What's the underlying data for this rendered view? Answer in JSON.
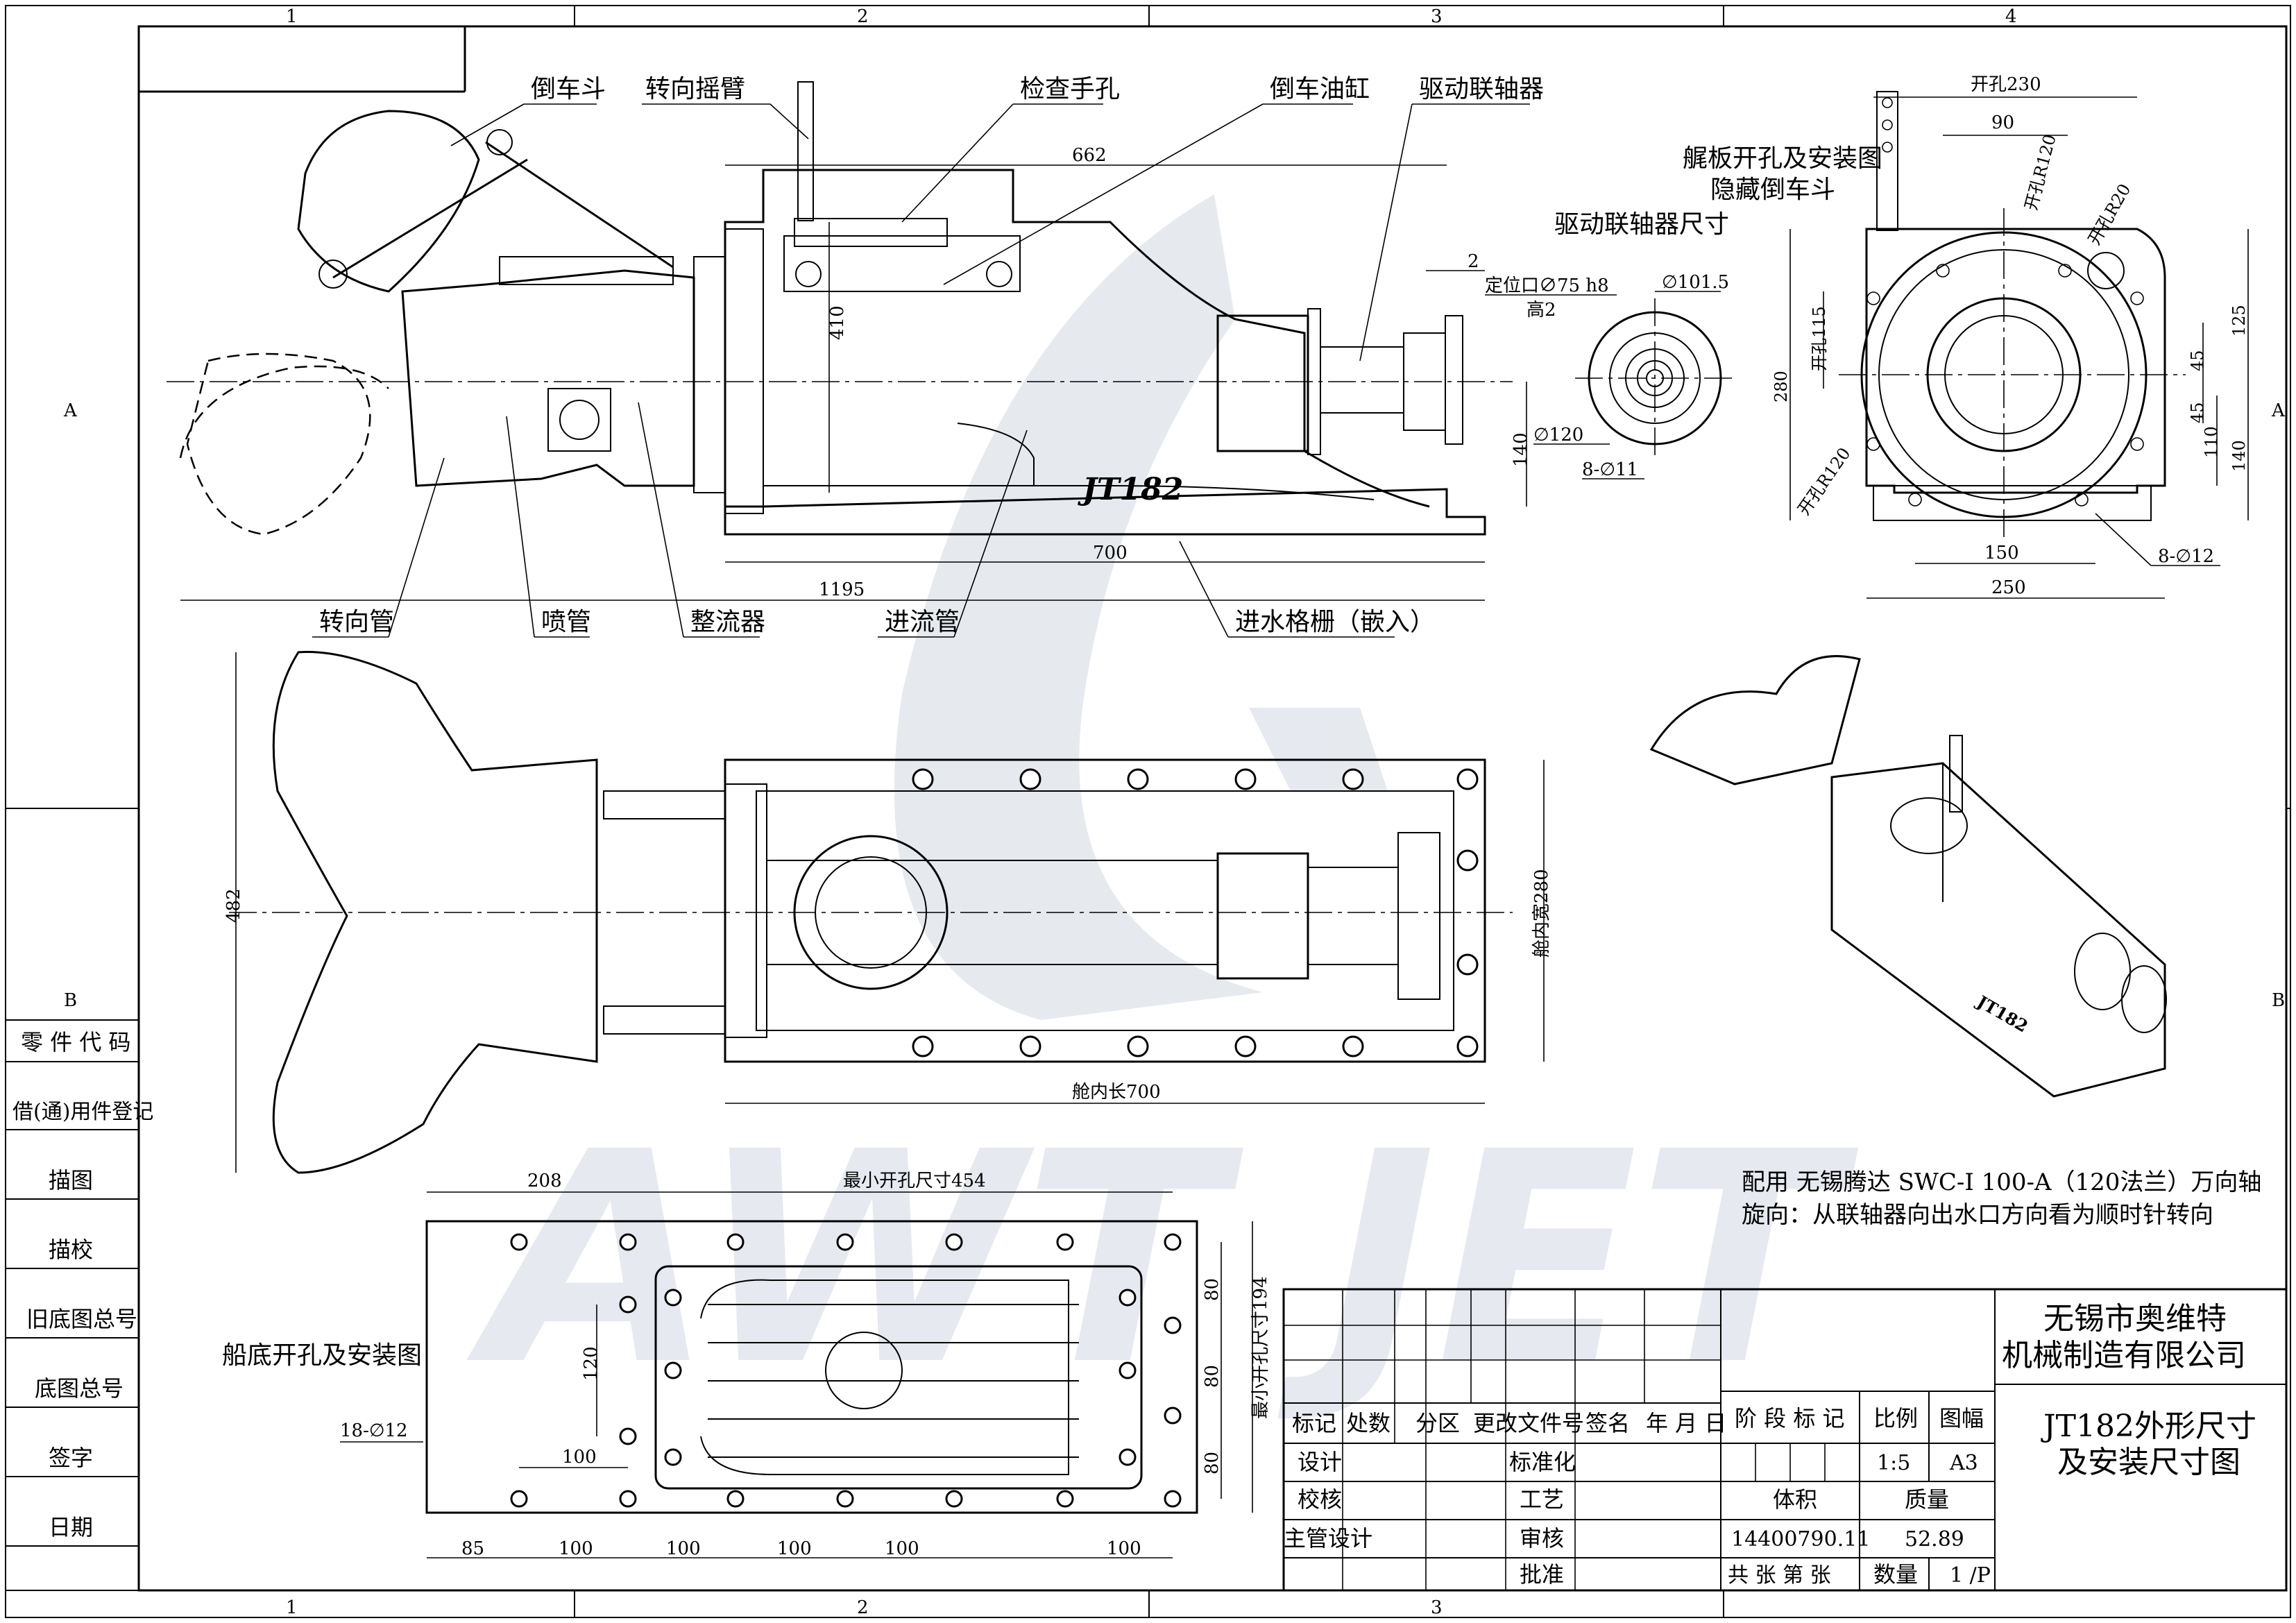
{
  "frame": {
    "zones_top": [
      "1",
      "2",
      "3",
      "4"
    ],
    "zones_bottom": [
      "1",
      "2",
      "3"
    ],
    "zones_left": [
      "A",
      "B"
    ],
    "zones_right": [
      "A",
      "B"
    ]
  },
  "left_column": [
    "零 件 代 码",
    "借(通)用件登记",
    "描图",
    "描校",
    "旧底图总号",
    "底图总号",
    "签字",
    "日期"
  ],
  "side_view": {
    "callouts_top": [
      "倒车斗",
      "转向摇臂",
      "检查手孔",
      "倒车油缸",
      "驱动联轴器"
    ],
    "callouts_bottom": [
      "转向管",
      "喷管",
      "整流器",
      "进流管",
      "进水格栅（嵌入）"
    ],
    "dims": {
      "d662": "662",
      "d410": "410",
      "d140": "140",
      "d700": "700",
      "d1195": "1195",
      "d2": "2"
    },
    "hull_label": "JT182"
  },
  "coupling": {
    "title": "驱动联轴器尺寸",
    "spigot": "定位口∅75 h8",
    "height": "高2",
    "pcd": "∅101.5",
    "outer": "∅120",
    "holes": "8-∅11"
  },
  "transom": {
    "title_line1": "艉板开孔及安装图",
    "title_line2": "隐藏倒车斗",
    "dims": {
      "open230": "开孔230",
      "d90": "90",
      "r120a": "开孔R120",
      "r20": "开孔R20",
      "open115": "开孔115",
      "d280": "280",
      "d125": "125",
      "d45a": "45",
      "d45b": "45",
      "d110": "110",
      "d140": "140",
      "r120b": "开孔R120",
      "d150": "150",
      "d250": "250",
      "holes": "8-∅12"
    }
  },
  "top_view": {
    "dims": {
      "d482": "482",
      "width": "舱内宽280",
      "length": "舱内长700"
    }
  },
  "bottom_view": {
    "title": "船底开孔及安装图",
    "dims": {
      "d208": "208",
      "min454": "最小开孔尺寸454",
      "holes": "18-∅12",
      "d120": "120",
      "d100a": "100",
      "d80a": "80",
      "d80b": "80",
      "d80c": "80",
      "min194": "最小开孔尺寸194",
      "b85": "85",
      "b100_1": "100",
      "b100_2": "100",
      "b100_3": "100",
      "b100_4": "100",
      "b100_5": "100"
    }
  },
  "notes": [
    "配用 无锡腾达 SWC-I 100-A（120法兰）万向轴",
    "旋向：从联轴器向出水口方向看为顺时针转向"
  ],
  "title_block": {
    "company_line1": "无锡市奥维特",
    "company_line2": "机械制造有限公司",
    "drawing_line1": "JT182外形尺寸",
    "drawing_line2": "及安装尺寸图",
    "rev_headers": [
      "标记",
      "处数",
      "分区",
      "更改文件号",
      "签名",
      "年 月 日"
    ],
    "sign_rows": [
      "设计",
      "校核",
      "主管设计"
    ],
    "sign_right": [
      "标准化",
      "工艺",
      "审核",
      "批准"
    ],
    "stage_label": "阶 段 标 记",
    "scale_label": "比例",
    "sheet_label": "图幅",
    "scale": "1:5",
    "sheet": "A3",
    "volume_label": "体积",
    "mass_label": "质量",
    "volume": "14400790.11",
    "mass": "52.89",
    "total_label": "共  张  第  张",
    "qty_label": "数量",
    "page": "1 /P"
  },
  "watermark": "AWT JET"
}
